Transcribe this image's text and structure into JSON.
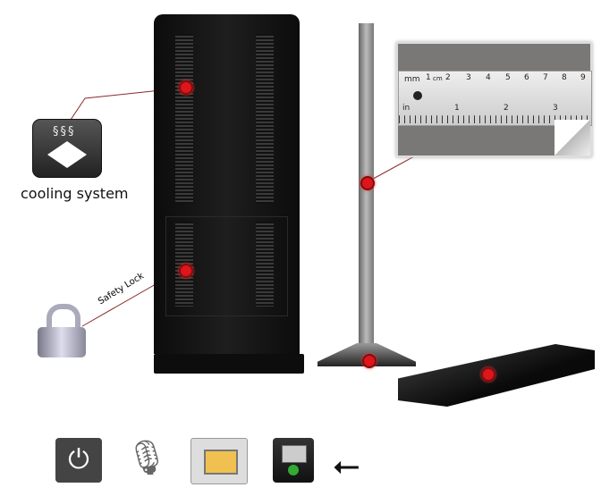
{
  "labels": {
    "cooling": "cooling system",
    "lock": "Safety Lock"
  },
  "ruler": {
    "top": [
      "mm",
      "1",
      "cm",
      "2",
      "3",
      "4",
      "5",
      "6",
      "7",
      "8",
      "9"
    ],
    "bottom": [
      "in",
      "1",
      "2",
      "3"
    ]
  },
  "icons": [
    "power-plug-icon",
    "microphone-icon",
    "ethernet-port-icon",
    "usb-port-icon",
    "usb-symbol-icon"
  ],
  "colors": {
    "accent": "#e0141b",
    "line": "#8b2a2a",
    "body": "#141414"
  }
}
